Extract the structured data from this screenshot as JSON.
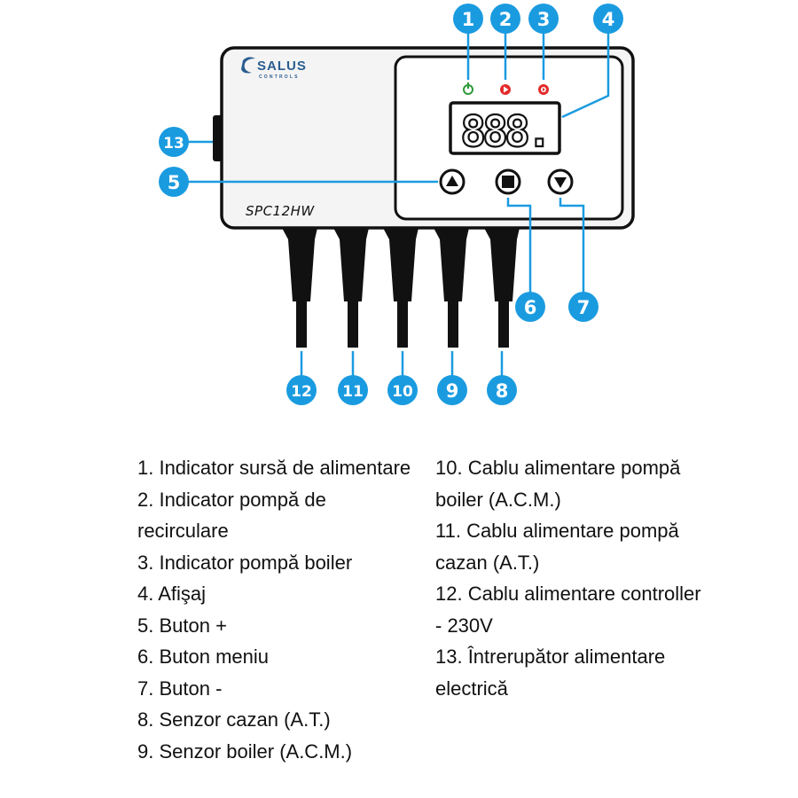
{
  "device": {
    "brand": "SALUS",
    "brand_sub": "CONTROLS",
    "model": "SPC12HW",
    "display_digits": "888."
  },
  "colors": {
    "callout": "#1a9be0",
    "power_led": "#2e9a3a",
    "pump_led": "#e32b2b",
    "brand_blue": "#2a5d8f",
    "device_outline": "#111111"
  },
  "icons": {
    "power": "power-icon",
    "pump_recirculation": "play-icon",
    "pump_boiler": "pump-boiler-icon",
    "up": "triangle-up-icon",
    "menu": "square-stop-icon",
    "down": "triangle-down-icon"
  },
  "callouts": [
    "1",
    "2",
    "3",
    "4",
    "5",
    "6",
    "7",
    "8",
    "9",
    "10",
    "11",
    "12",
    "13"
  ],
  "legend_left": [
    "1. Indicator sursă de alimentare",
    "2. Indicator pompă de recirculare",
    "3. Indicator pompă boiler",
    "4. Afişaj",
    "5. Buton +",
    "6. Buton meniu",
    "7. Buton -",
    "8. Senzor cazan (A.T.)",
    "9. Senzor boiler (A.C.M.)"
  ],
  "legend_right": [
    "10. Cablu alimentare pompă boiler (A.C.M.)",
    "11. Cablu alimentare pompă cazan (A.T.)",
    "12. Cablu alimentare controller - 230V",
    "13. Întrerupător alimentare electrică"
  ]
}
